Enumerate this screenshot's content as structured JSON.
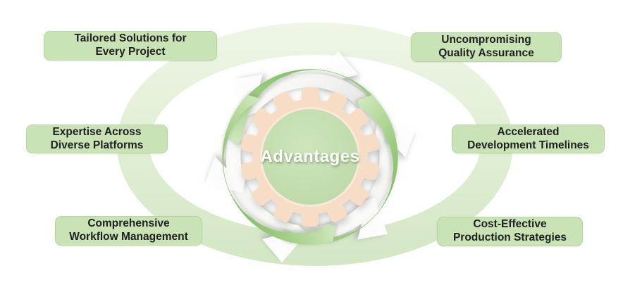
{
  "diagram": {
    "center_label": "Advantages",
    "boxes": [
      {
        "id": "tailored-solutions",
        "label": "Tailored Solutions for\nEvery Project"
      },
      {
        "id": "uncompromising-quality",
        "label": "Uncompromising\nQuality Assurance"
      },
      {
        "id": "expertise-platforms",
        "label": "Expertise Across\nDiverse Platforms"
      },
      {
        "id": "accelerated-timelines",
        "label": "Accelerated\nDevelopment Timelines"
      },
      {
        "id": "comprehensive-workflow",
        "label": "Comprehensive\nWorkflow Management"
      },
      {
        "id": "cost-effective",
        "label": "Cost-Effective\nProduction Strategies"
      }
    ],
    "colors": {
      "box_fill": "#c9e3b7",
      "box_border": "#b9d5a5",
      "background_ring": "#d9eac9",
      "swirl_green_dark": "#86c168",
      "swirl_green_light": "#ddefce",
      "gear_peach": "#f7dcc6",
      "gear_highlight": "#fae8da",
      "core_green": "#c6dfb2",
      "label_text": "#202020",
      "center_text": "#ffffff"
    }
  }
}
